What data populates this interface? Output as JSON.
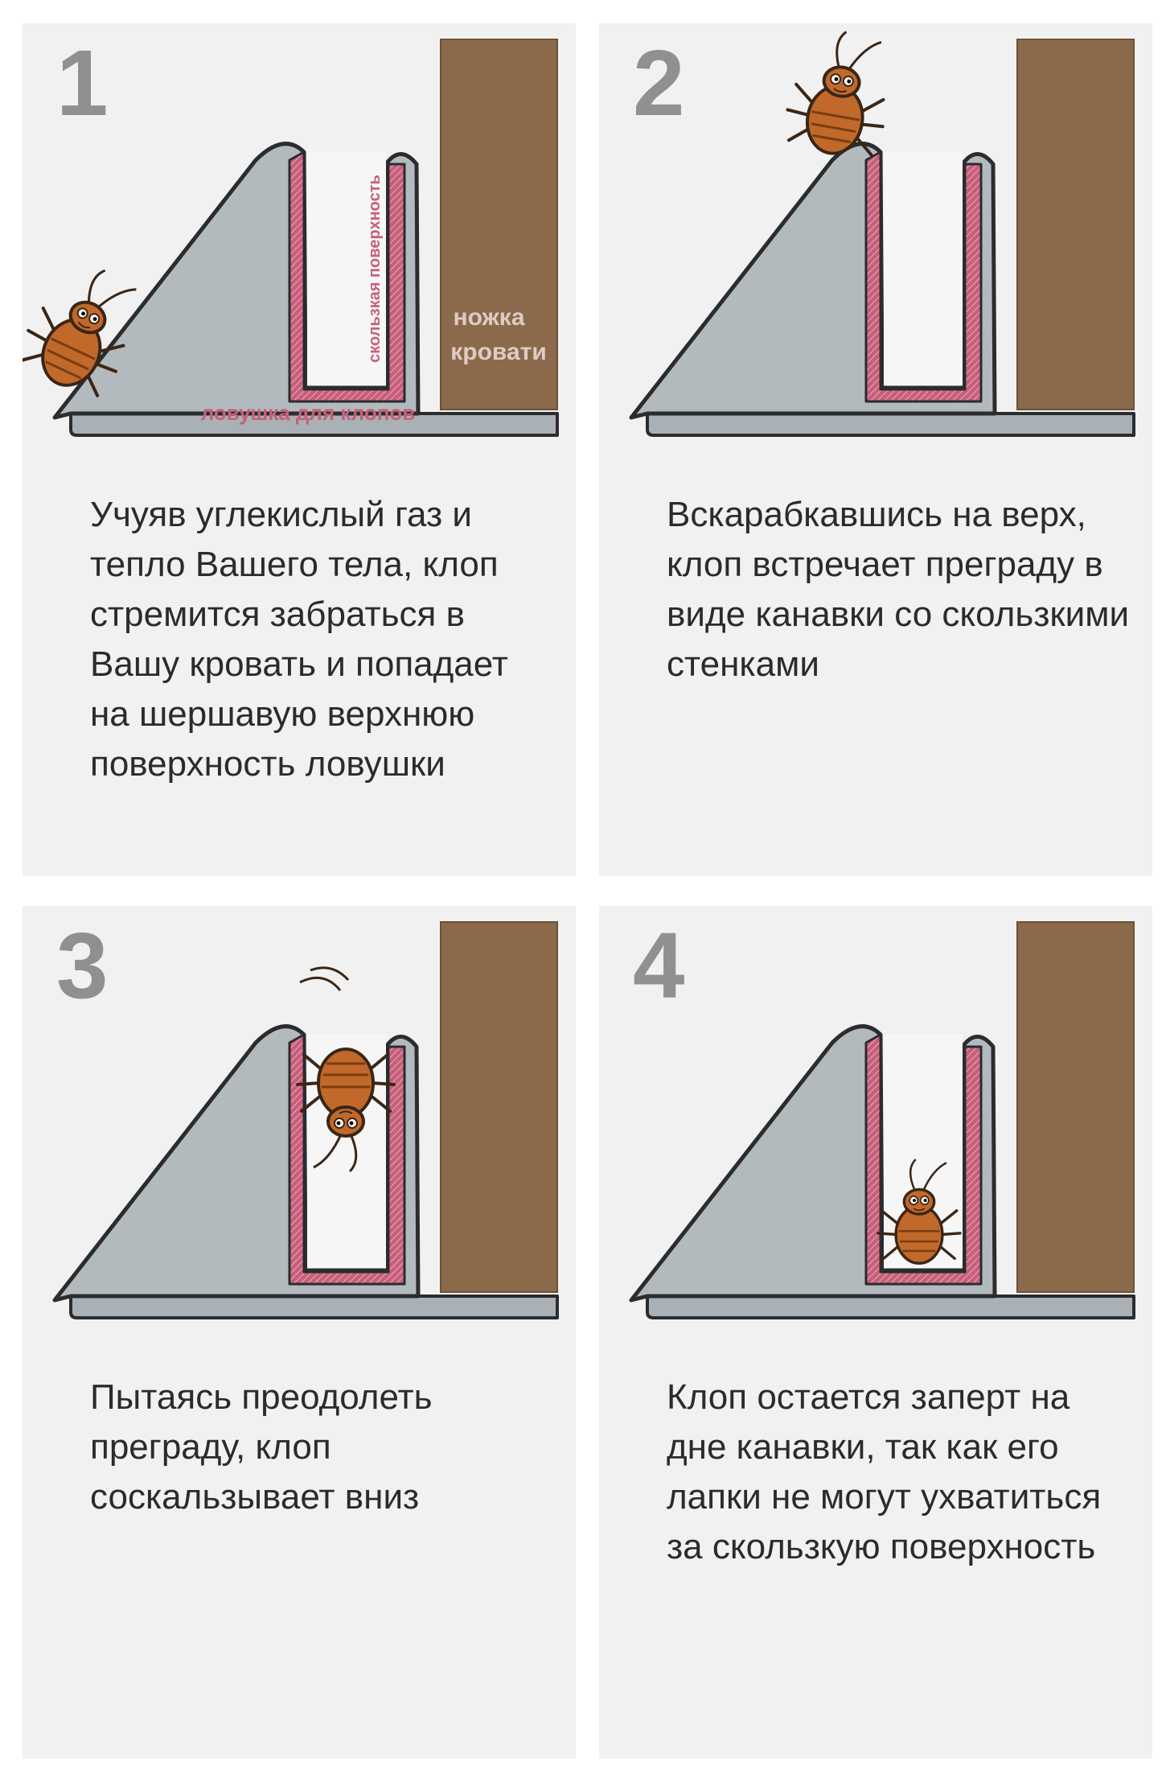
{
  "colors": {
    "card_bg": "#f1f1f1",
    "trap_gray": "#b3babe",
    "trap_outline": "#2a2c2e",
    "slippery_pink": "#c85f7a",
    "bed_leg_brown": "#8b6a4c",
    "bug_orange": "#c1692a",
    "step_number": "#8f9091",
    "caption_text": "#2b2b2b"
  },
  "panels": [
    {
      "number": "1",
      "caption": "Учуяв углекислый газ и тепло Вашего тела, клоп стремится забраться в Вашу кровать и попадает на шершавую верхнюю поверхность ловушки",
      "labels": {
        "trap": "ловушка для клопов",
        "slippery": "скользкая поверхность",
        "leg_line1": "ножка",
        "leg_line2": "кровати"
      },
      "bug_position": "left-slope"
    },
    {
      "number": "2",
      "caption": "Вскарабкавшись на верх, клоп встречает преграду в виде канавки со скользкими стенками",
      "bug_position": "top-of-trap"
    },
    {
      "number": "3",
      "caption": "Пытаясь преодолеть преграду, клоп соскальзывает вниз",
      "bug_position": "sliding-down"
    },
    {
      "number": "4",
      "caption": "Клоп остается заперт на дне канавки, так как его лапки не могут ухватиться за скользкую поверхность",
      "bug_position": "groove-bottom"
    }
  ]
}
